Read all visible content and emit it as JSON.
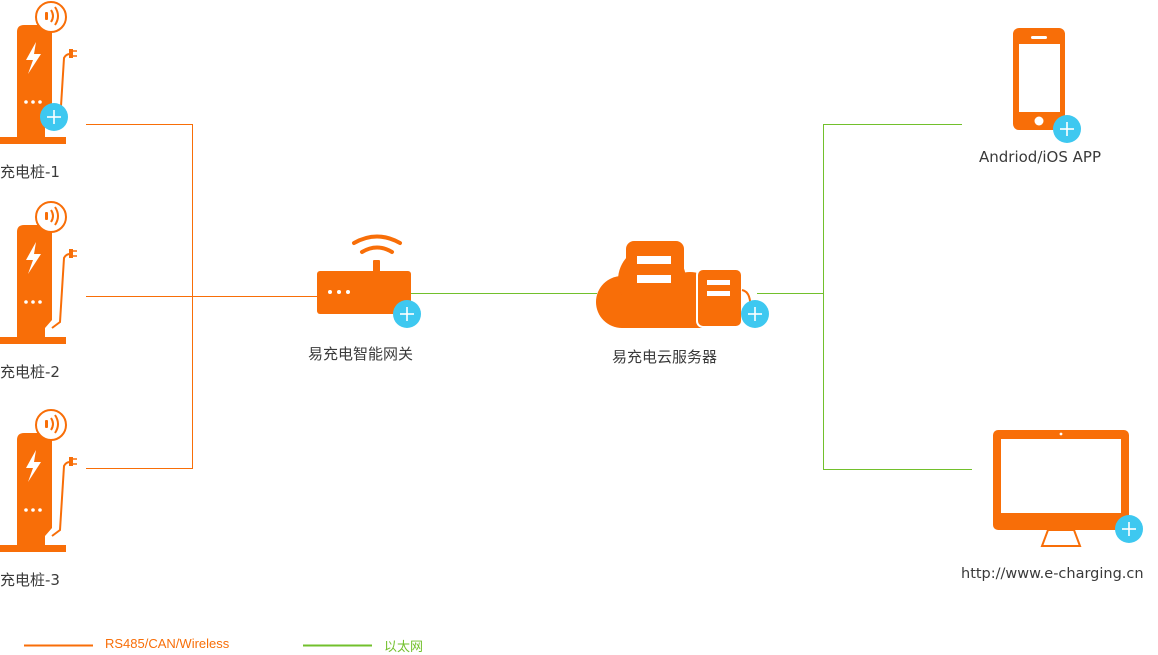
{
  "colors": {
    "orange": "#f86e08",
    "green": "#72c02c",
    "plus_badge": "#3ec8f0",
    "label_text": "#3a3a3a"
  },
  "nodes": {
    "charger_1": {
      "label": "充电桩-1",
      "icon": "charging-pile-icon"
    },
    "charger_2": {
      "label": "充电桩-2",
      "icon": "charging-pile-icon"
    },
    "charger_3": {
      "label": "充电桩-3",
      "icon": "charging-pile-icon"
    },
    "gateway": {
      "label": "易充电智能网关",
      "icon": "router-gateway-icon"
    },
    "cloud": {
      "label": "易充电云服务器",
      "icon": "cloud-server-icon"
    },
    "app": {
      "label": "Andriod/iOS APP",
      "icon": "smartphone-icon"
    },
    "web": {
      "label": "http://www.e-charging.cn",
      "icon": "monitor-icon"
    }
  },
  "legend": {
    "rs485": {
      "label": "RS485/CAN/Wireless",
      "color": "#f86e08"
    },
    "ethernet": {
      "label": "以太网",
      "color": "#72c02c"
    }
  }
}
